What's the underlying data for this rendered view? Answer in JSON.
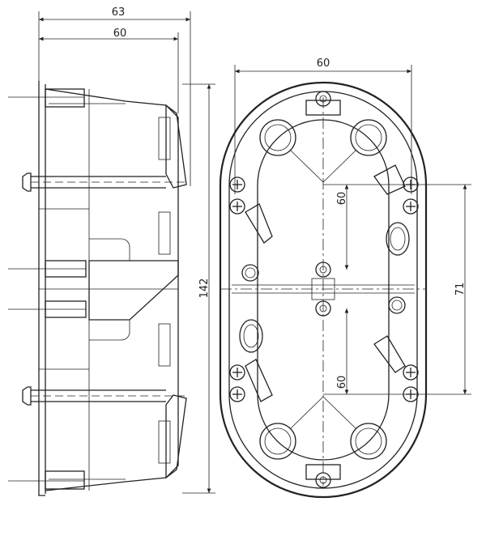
{
  "dimensions": {
    "side_width_outer": "63",
    "side_width_inner": "60",
    "side_height": "142",
    "front_width": "60",
    "front_top_spacing": "60",
    "front_bottom_spacing": "60",
    "front_screw_spacing": "71"
  }
}
